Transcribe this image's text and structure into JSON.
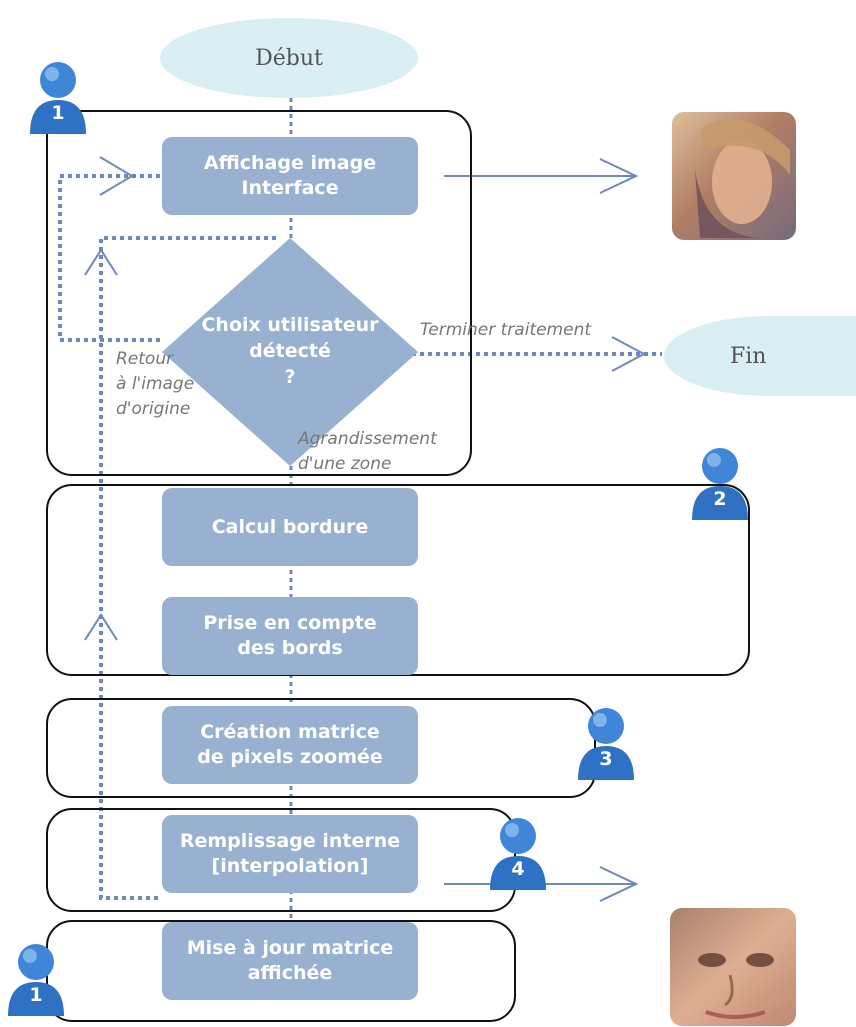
{
  "nodes": {
    "start": "Début",
    "end": "Fin",
    "display_line1": "Affichage image",
    "display_line2": "Interface",
    "decision_line1": "Choix utilisateur",
    "decision_line2": "détecté",
    "decision_line3": "?",
    "border_calc": "Calcul bordure",
    "edges_line1": "Prise en compte",
    "edges_line2": "des bords",
    "matrix_line1": "Création matrice",
    "matrix_line2": "de pixels zoomée",
    "fill_line1": "Remplissage interne",
    "fill_line2": "[interpolation]",
    "update_line1": "Mise à jour matrice",
    "update_line2": "affichée"
  },
  "edge_labels": {
    "finish": "Terminer traitement",
    "back_line1": "Retour",
    "back_line2": "à l'image",
    "back_line3": "d'origine",
    "zoom_line1": "Agrandissement",
    "zoom_line2": "d'une zone"
  },
  "users": {
    "top_left": "1",
    "group_2": "2",
    "group_3": "3",
    "group_4": "4",
    "bottom_left": "1"
  },
  "images": {
    "top": "portrait-photo",
    "bottom": "portrait-closeup-photo"
  },
  "colors": {
    "step_fill": "#98b1d0",
    "terminal_fill": "#d9eff3",
    "connector": "#6f86c0",
    "group_border": "#111111",
    "user_blue": "#2f72c4"
  }
}
